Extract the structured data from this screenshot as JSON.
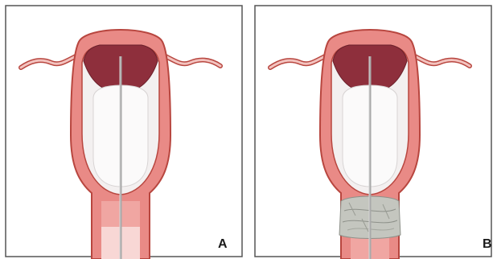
{
  "panels": [
    {
      "id": "A",
      "label": "A",
      "packing_shown": false
    },
    {
      "id": "B",
      "label": "B",
      "packing_shown": true
    }
  ],
  "colors": {
    "frame": "#555555",
    "uterine_wall": "#e98a86",
    "wall_outline": "#b8463f",
    "fundus_dark": "#8e2f3c",
    "balloon": "#f1efef",
    "catheter": "#a9a9a9",
    "packing": "#c4c6bf"
  }
}
